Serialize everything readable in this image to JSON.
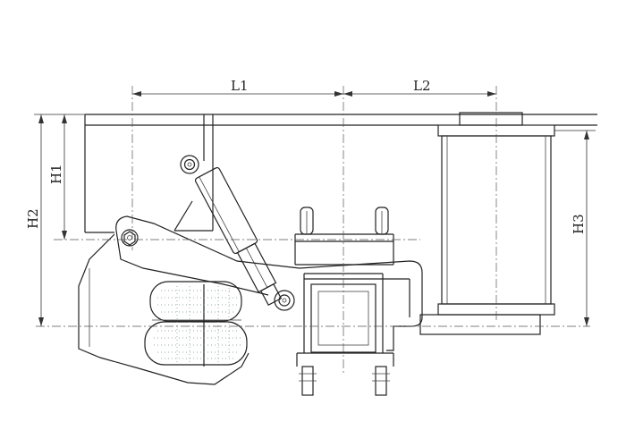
{
  "dimensions": {
    "l1": "L1",
    "l2": "L2",
    "h1": "H1",
    "h2": "H2",
    "h3": "H3"
  }
}
